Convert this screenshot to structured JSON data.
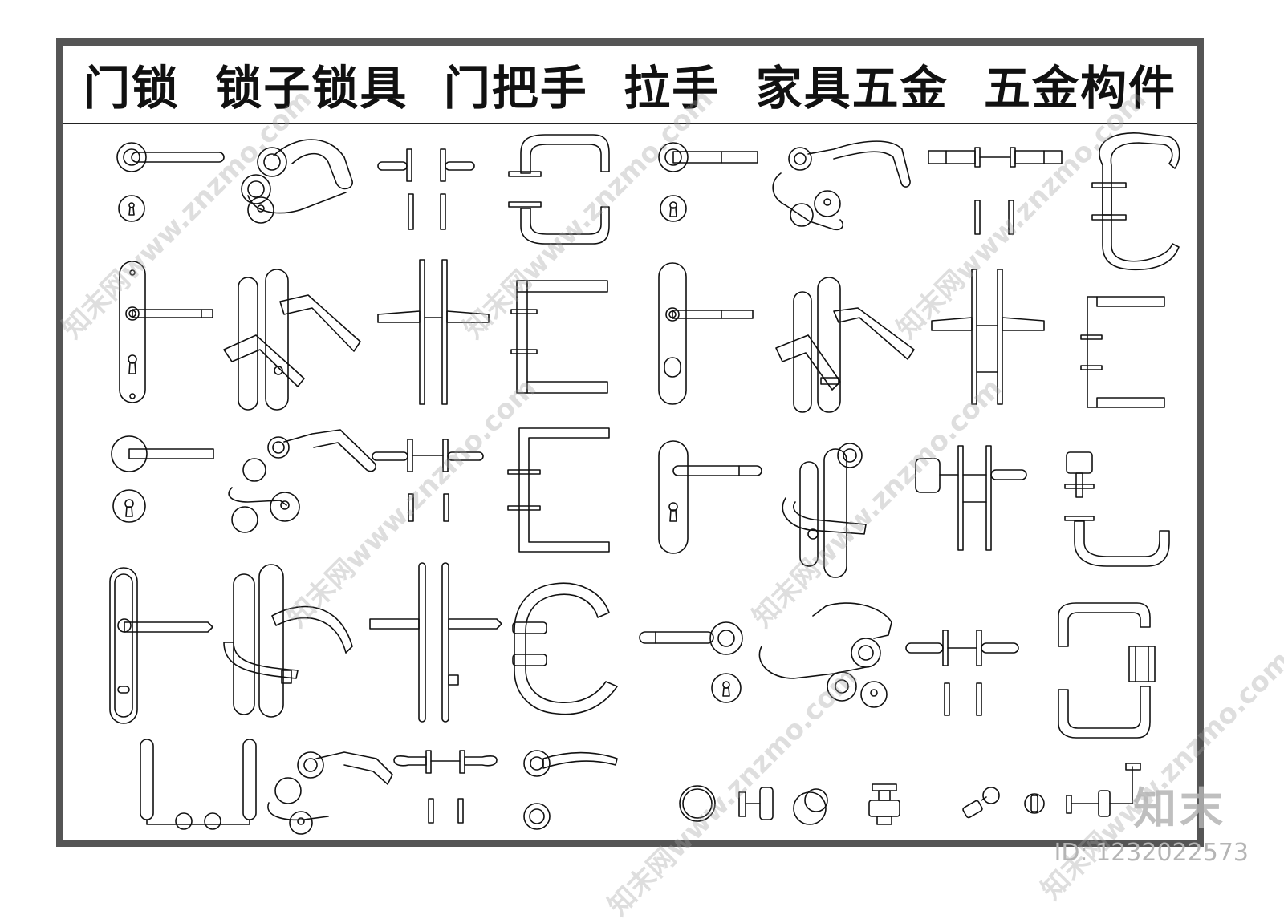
{
  "header": {
    "title": "门锁  锁子锁具  门把手  拉手  家具五金  五金构件"
  },
  "watermark": {
    "text": "知末网www.znzmo.com",
    "logo": "知末",
    "id": "ID: 1232022573"
  },
  "icons": [
    "lever-handle-round-rose-icon",
    "lever-handle-iso-icon",
    "lever-handle-side-icon",
    "pull-handle-d-icon",
    "lever-handle-round-rose-2-icon",
    "lever-handle-iso-2-icon",
    "lever-handle-side-2-icon",
    "pull-handle-c-icon",
    "plate-lever-icon",
    "plate-lever-iso-icon",
    "plate-lever-side-icon",
    "pull-handle-e-icon",
    "plate-lever-2-icon",
    "plate-lever-iso-2-icon",
    "plate-lever-side-2-icon",
    "pull-handle-e-2-icon",
    "knob-rose-icon",
    "knob-iso-icon",
    "knob-side-icon",
    "pull-handle-bracket-icon",
    "knob-plate-icon",
    "knob-plate-iso-icon",
    "knob-plate-side-icon",
    "pull-handle-u-icon",
    "curved-plate-lever-icon",
    "curved-plate-lever-iso-icon",
    "curved-plate-side-icon",
    "pull-handle-c-round-icon",
    "rose-lever-round-icon",
    "rose-lever-iso-icon",
    "rose-lever-side-icon",
    "pull-handle-d-round-icon",
    "long-pull-u-icon",
    "rose-lever-iso-3-icon",
    "rose-lever-side-3-icon",
    "curved-lever-rose-icon",
    "round-knob-icon",
    "knob-side-small-icon",
    "knob-iso-small-icon",
    "knob-front-icon",
    "thumb-turn-icon",
    "thumb-turn-front-icon",
    "thumb-turn-side-icon"
  ]
}
